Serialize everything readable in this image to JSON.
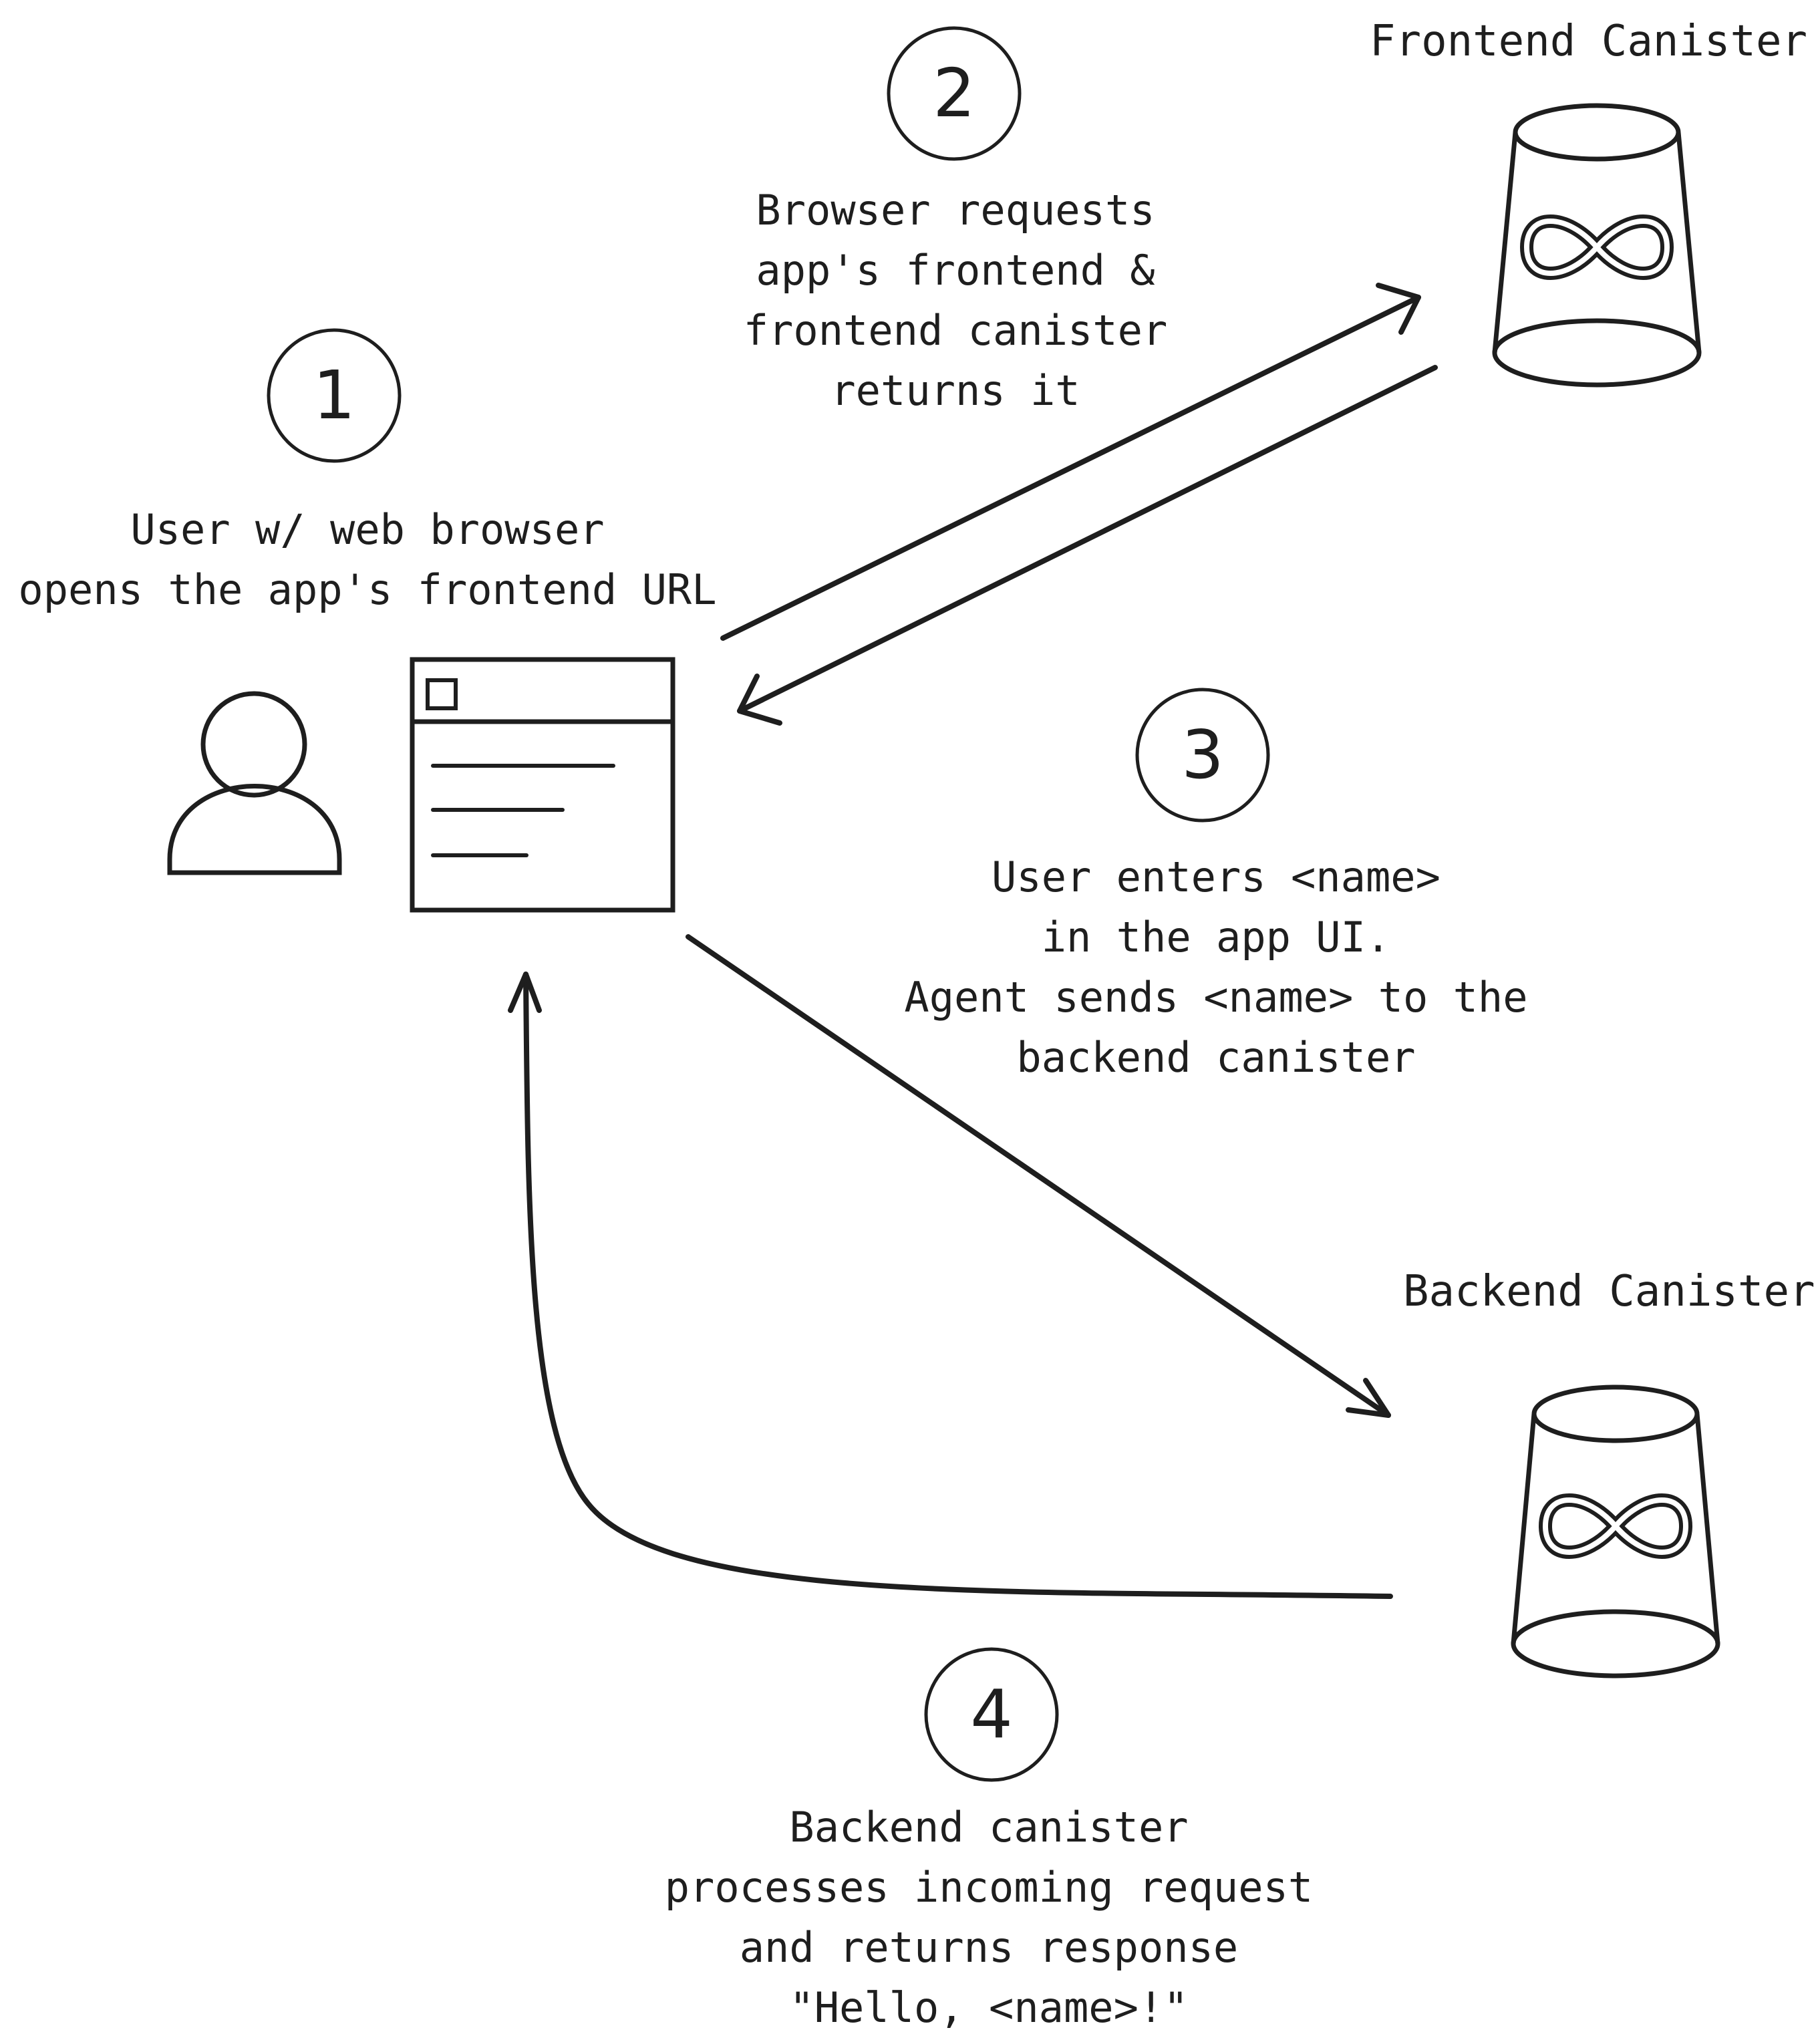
{
  "frontend_canister": {
    "title": "Frontend Canister"
  },
  "backend_canister": {
    "title": "Backend Canister"
  },
  "icons": {
    "user": "user-icon",
    "browser": "browser-window-icon",
    "canister": "canister-icon",
    "infinity": "infinity-logo-icon"
  },
  "colors": {
    "ink": "#1e1e1e",
    "background": "#ffffff"
  },
  "steps": [
    {
      "number": "1",
      "lines": [
        "User w/ web browser",
        "opens the app's frontend URL"
      ]
    },
    {
      "number": "2",
      "lines": [
        "Browser requests",
        "app's frontend &",
        "frontend canister",
        "returns it"
      ]
    },
    {
      "number": "3",
      "lines": [
        "User enters <name>",
        "in the app UI.",
        "Agent sends <name> to the",
        "backend canister"
      ]
    },
    {
      "number": "4",
      "lines": [
        "Backend canister",
        "processes incoming request",
        "and returns response",
        "\"Hello, <name>!\""
      ]
    }
  ]
}
